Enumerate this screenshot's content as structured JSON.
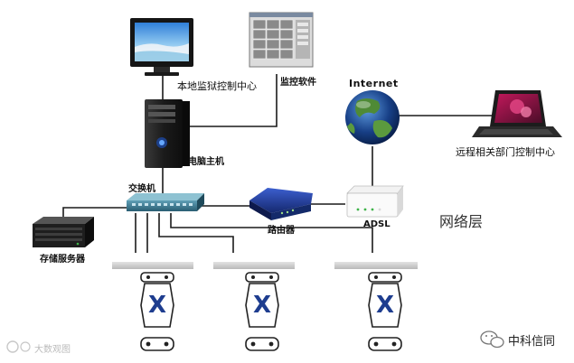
{
  "nodes": {
    "local_control_center": "本地监狱控制中心",
    "monitor_software": "监控软件",
    "internet": "Internet",
    "remote_control_center": "远程相关部门控制中心",
    "computer_host": "电脑主机",
    "switch": "交换机",
    "router": "路由器",
    "adsl": "ADSL",
    "storage_server": "存储服务器",
    "network_layer": "网络层"
  },
  "watermark": {
    "left": "大数观图",
    "right": "中科信同"
  },
  "colors": {
    "line": "#1a1a1a",
    "switch_blue": "#2f6f86",
    "router_blue": "#1f3e9a",
    "terminal_x": "#1e3d8f",
    "rail_gray": "#c8c8c8"
  }
}
